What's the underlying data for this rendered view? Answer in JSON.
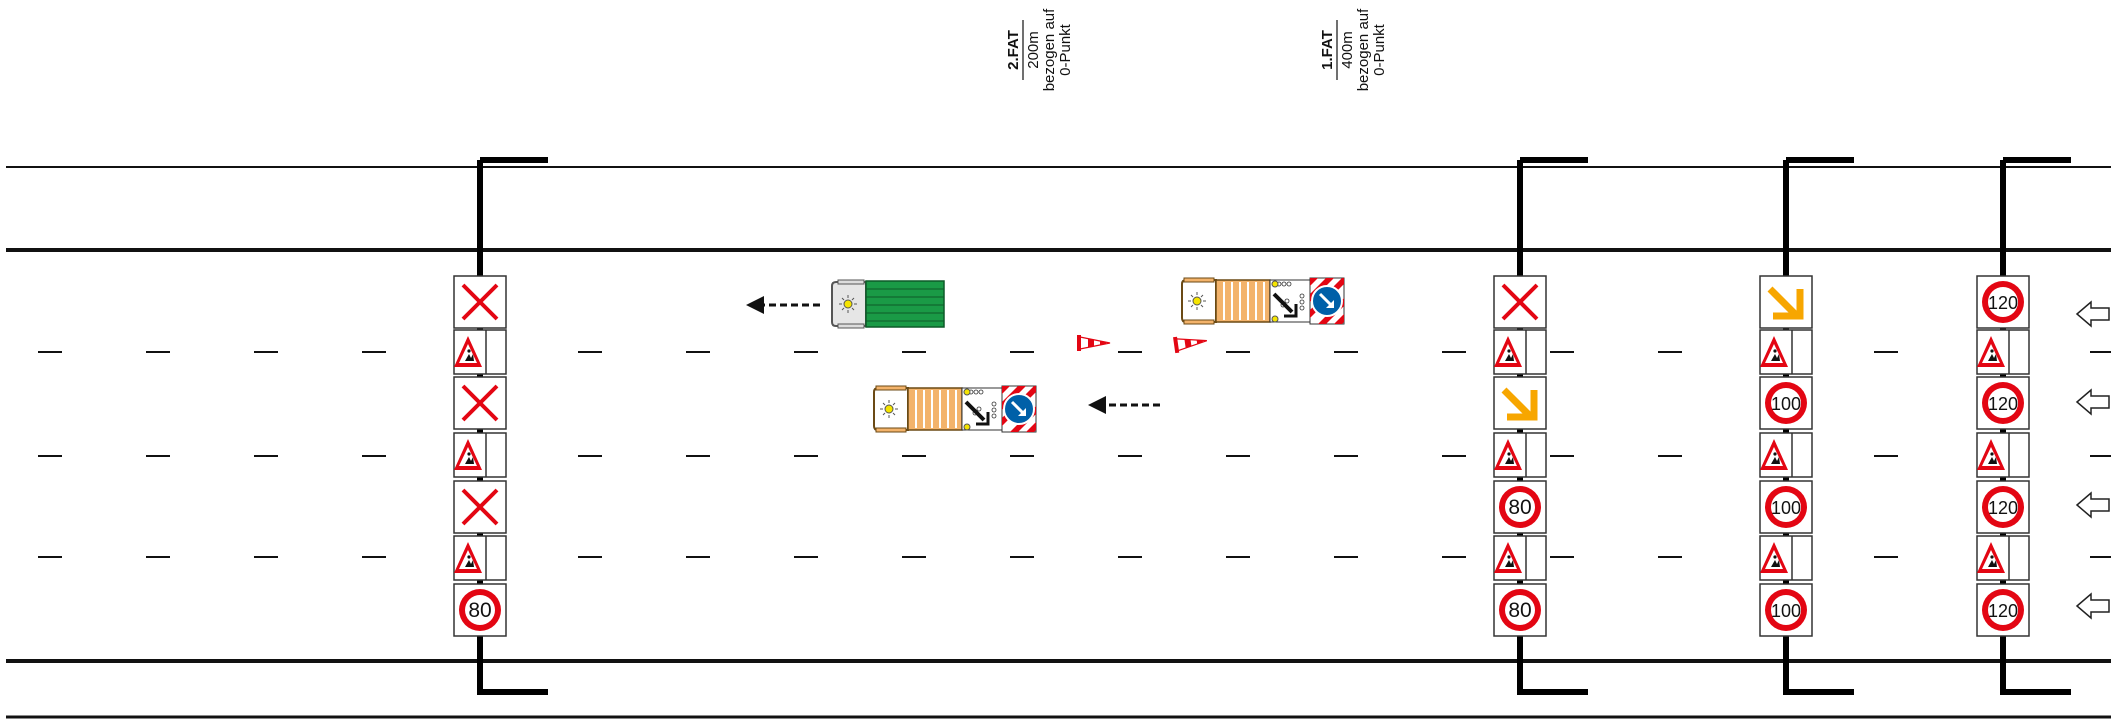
{
  "annotations": [
    {
      "id": "fat2",
      "title": "2.FAT",
      "distance": "200m",
      "line2": "bezogen auf",
      "line3": "0-Punkt"
    },
    {
      "id": "fat1",
      "title": "1.FAT",
      "distance": "400m",
      "line2": "bezogen auf",
      "line3": "0-Punkt"
    }
  ],
  "gantries": [
    {
      "id": "g1",
      "signs": [
        {
          "type": "cross"
        },
        {
          "type": "warning"
        },
        {
          "type": "cross"
        },
        {
          "type": "warning"
        },
        {
          "type": "cross"
        },
        {
          "type": "warning"
        },
        {
          "type": "speed",
          "value": "80"
        }
      ]
    },
    {
      "id": "g2",
      "signs": [
        {
          "type": "cross"
        },
        {
          "type": "warning"
        },
        {
          "type": "arrow"
        },
        {
          "type": "warning"
        },
        {
          "type": "speed",
          "value": "80"
        },
        {
          "type": "warning"
        },
        {
          "type": "speed",
          "value": "80"
        }
      ]
    },
    {
      "id": "g3",
      "signs": [
        {
          "type": "arrow"
        },
        {
          "type": "warning"
        },
        {
          "type": "speed",
          "value": "100"
        },
        {
          "type": "warning"
        },
        {
          "type": "speed",
          "value": "100"
        },
        {
          "type": "warning"
        },
        {
          "type": "speed",
          "value": "100"
        }
      ]
    },
    {
      "id": "g4",
      "signs": [
        {
          "type": "speed",
          "value": "120"
        },
        {
          "type": "warning"
        },
        {
          "type": "speed",
          "value": "120"
        },
        {
          "type": "warning"
        },
        {
          "type": "speed",
          "value": "120"
        },
        {
          "type": "warning"
        },
        {
          "type": "speed",
          "value": "120"
        }
      ]
    }
  ],
  "vehicles": [
    {
      "id": "v1",
      "kind": "warning-trailer",
      "icon": "beacon-icon"
    },
    {
      "id": "v2",
      "kind": "warning-trailer",
      "icon": "beacon-icon"
    },
    {
      "id": "v3",
      "kind": "flatbed-truck",
      "icon": "beacon-icon"
    }
  ],
  "colors": {
    "sign_red": "#e30613",
    "sign_amber": "#f7a600",
    "keep_right_blue": "#0060a8",
    "truck_green": "#1a9a46",
    "trailer_orange": "#f3b36b",
    "road_line": "#111111"
  }
}
